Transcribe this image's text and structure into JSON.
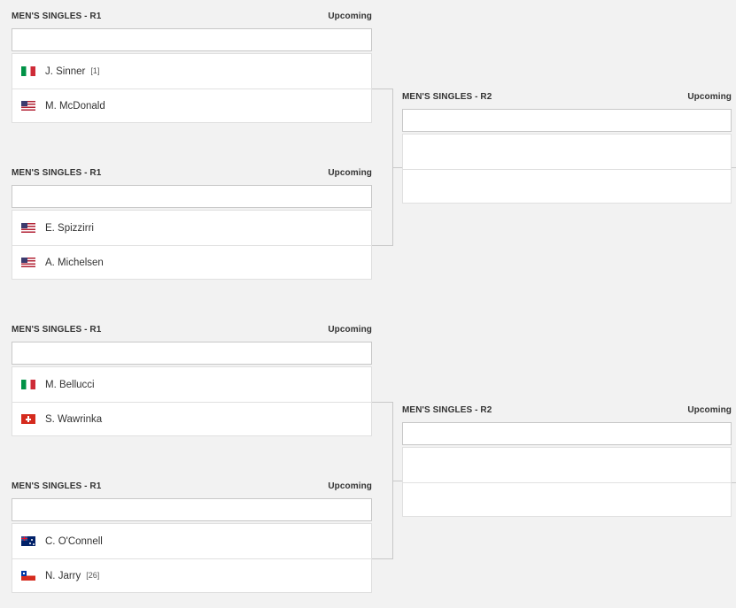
{
  "matches_r1": [
    {
      "round": "MEN'S SINGLES - R1",
      "status": "Upcoming",
      "players": [
        {
          "name": "J. Sinner",
          "seed": "[1]",
          "flag": "italy-flag"
        },
        {
          "name": "M. McDonald",
          "seed": "",
          "flag": "usa-flag"
        }
      ]
    },
    {
      "round": "MEN'S SINGLES - R1",
      "status": "Upcoming",
      "players": [
        {
          "name": "E. Spizzirri",
          "seed": "",
          "flag": "usa-flag"
        },
        {
          "name": "A. Michelsen",
          "seed": "",
          "flag": "usa-flag"
        }
      ]
    },
    {
      "round": "MEN'S SINGLES - R1",
      "status": "Upcoming",
      "players": [
        {
          "name": "M. Bellucci",
          "seed": "",
          "flag": "italy-flag"
        },
        {
          "name": "S. Wawrinka",
          "seed": "",
          "flag": "switzerland-flag"
        }
      ]
    },
    {
      "round": "MEN'S SINGLES - R1",
      "status": "Upcoming",
      "players": [
        {
          "name": "C. O'Connell",
          "seed": "",
          "flag": "australia-flag"
        },
        {
          "name": "N. Jarry",
          "seed": "[26]",
          "flag": "chile-flag"
        }
      ]
    }
  ],
  "matches_r2": [
    {
      "round": "MEN'S SINGLES - R2",
      "status": "Upcoming",
      "players": [
        {
          "name": ""
        },
        {
          "name": ""
        }
      ]
    },
    {
      "round": "MEN'S SINGLES - R2",
      "status": "Upcoming",
      "players": [
        {
          "name": ""
        },
        {
          "name": ""
        }
      ]
    }
  ],
  "colors": {
    "background": "#f2f2f2",
    "card": "#ffffff",
    "border": "#c8c8c8",
    "text": "#333333"
  }
}
